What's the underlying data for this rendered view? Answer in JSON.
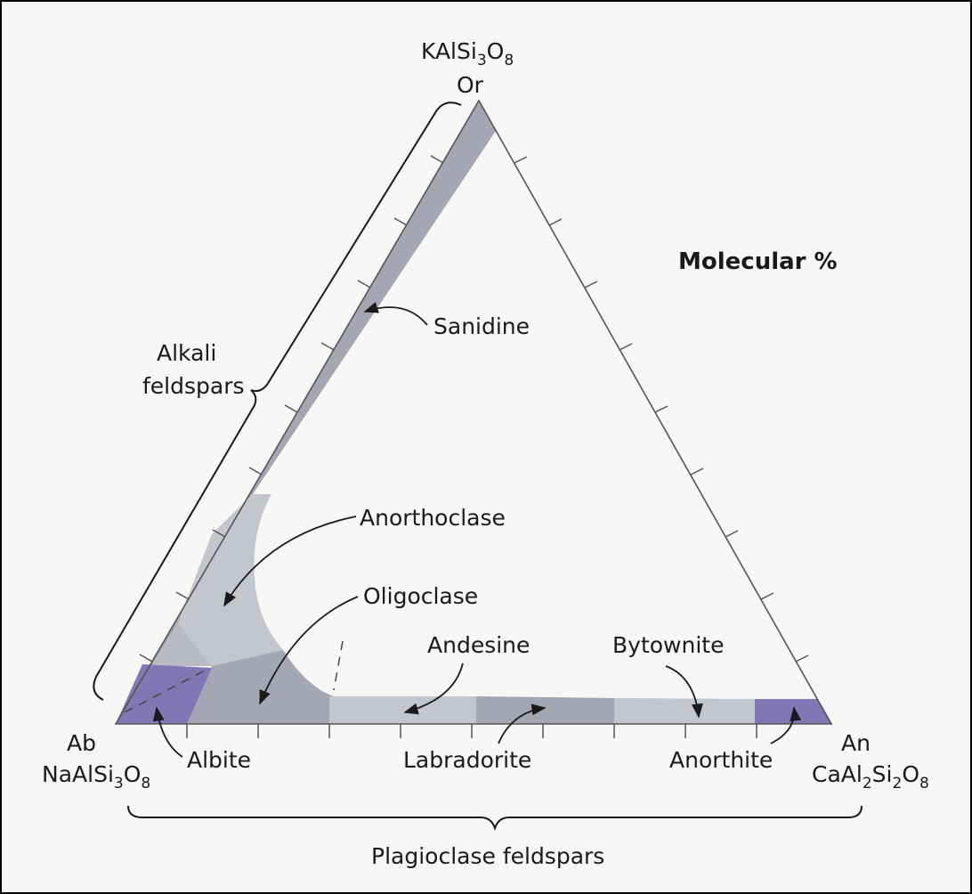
{
  "title": "Molecular %",
  "vertices": {
    "top": {
      "formula": [
        "KAlSi",
        "3",
        "O",
        "8"
      ],
      "abbr": "Or"
    },
    "left": {
      "formula": [
        "NaAlSi",
        "3",
        "O",
        "8"
      ],
      "abbr": "Ab"
    },
    "right": {
      "formula": [
        "CaAl",
        "2",
        "Si",
        "2",
        "O",
        "8"
      ],
      "abbr": "An"
    }
  },
  "groups": {
    "alkali": [
      "Alkali",
      "feldspars"
    ],
    "plagioclase": "Plagioclase feldspars"
  },
  "minerals": {
    "sanidine": "Sanidine",
    "anorthoclase": "Anorthoclase",
    "oligoclase": "Oligoclase",
    "andesine": "Andesine",
    "bytownite": "Bytownite",
    "albite": "Albite",
    "labradorite": "Labradorite",
    "anorthite": "Anorthite"
  },
  "colors": {
    "gray_dark": "#a4a7b3",
    "gray_light": "#c3c6cd",
    "purple": "#8177b4",
    "line": "#555555"
  }
}
